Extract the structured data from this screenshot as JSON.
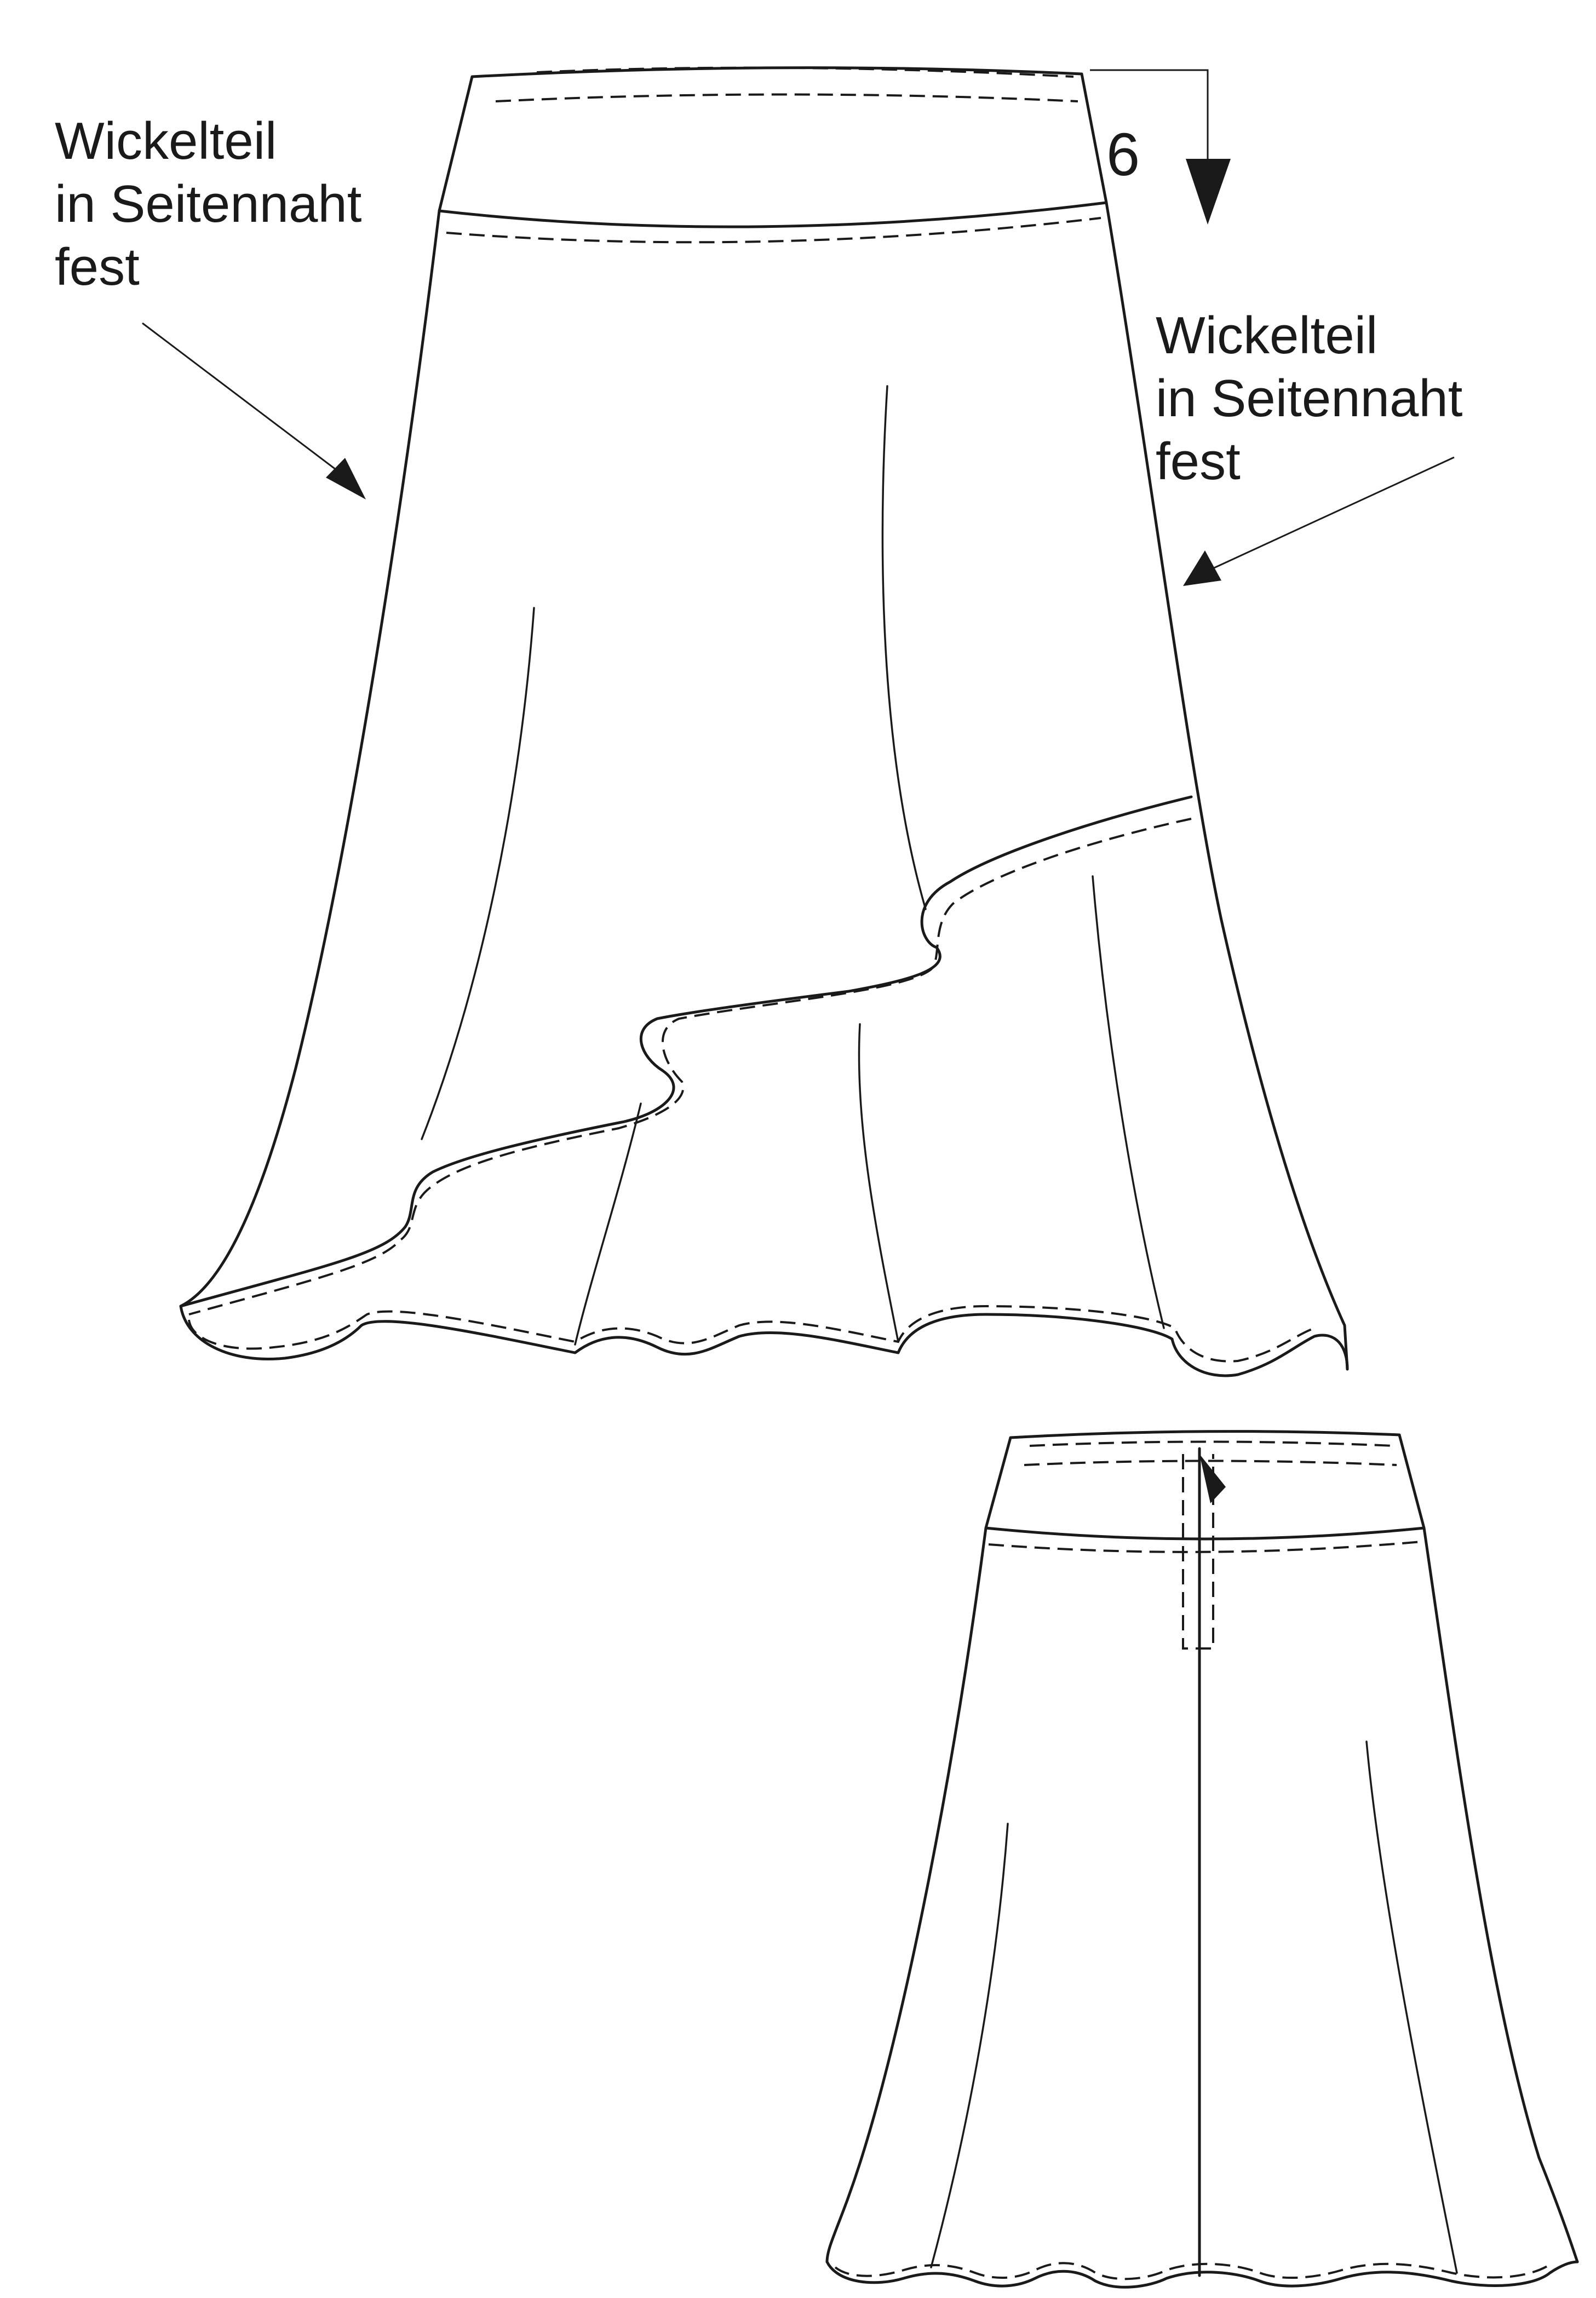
{
  "annotations": {
    "left_label": [
      "Wickelteil",
      "in Seitennaht",
      "fest"
    ],
    "right_label": [
      "Wickelteil",
      "in Seitennaht",
      "fest"
    ],
    "waistband_number": "6"
  },
  "colors": {
    "line": "#1a1a1a",
    "background": "#ffffff"
  }
}
